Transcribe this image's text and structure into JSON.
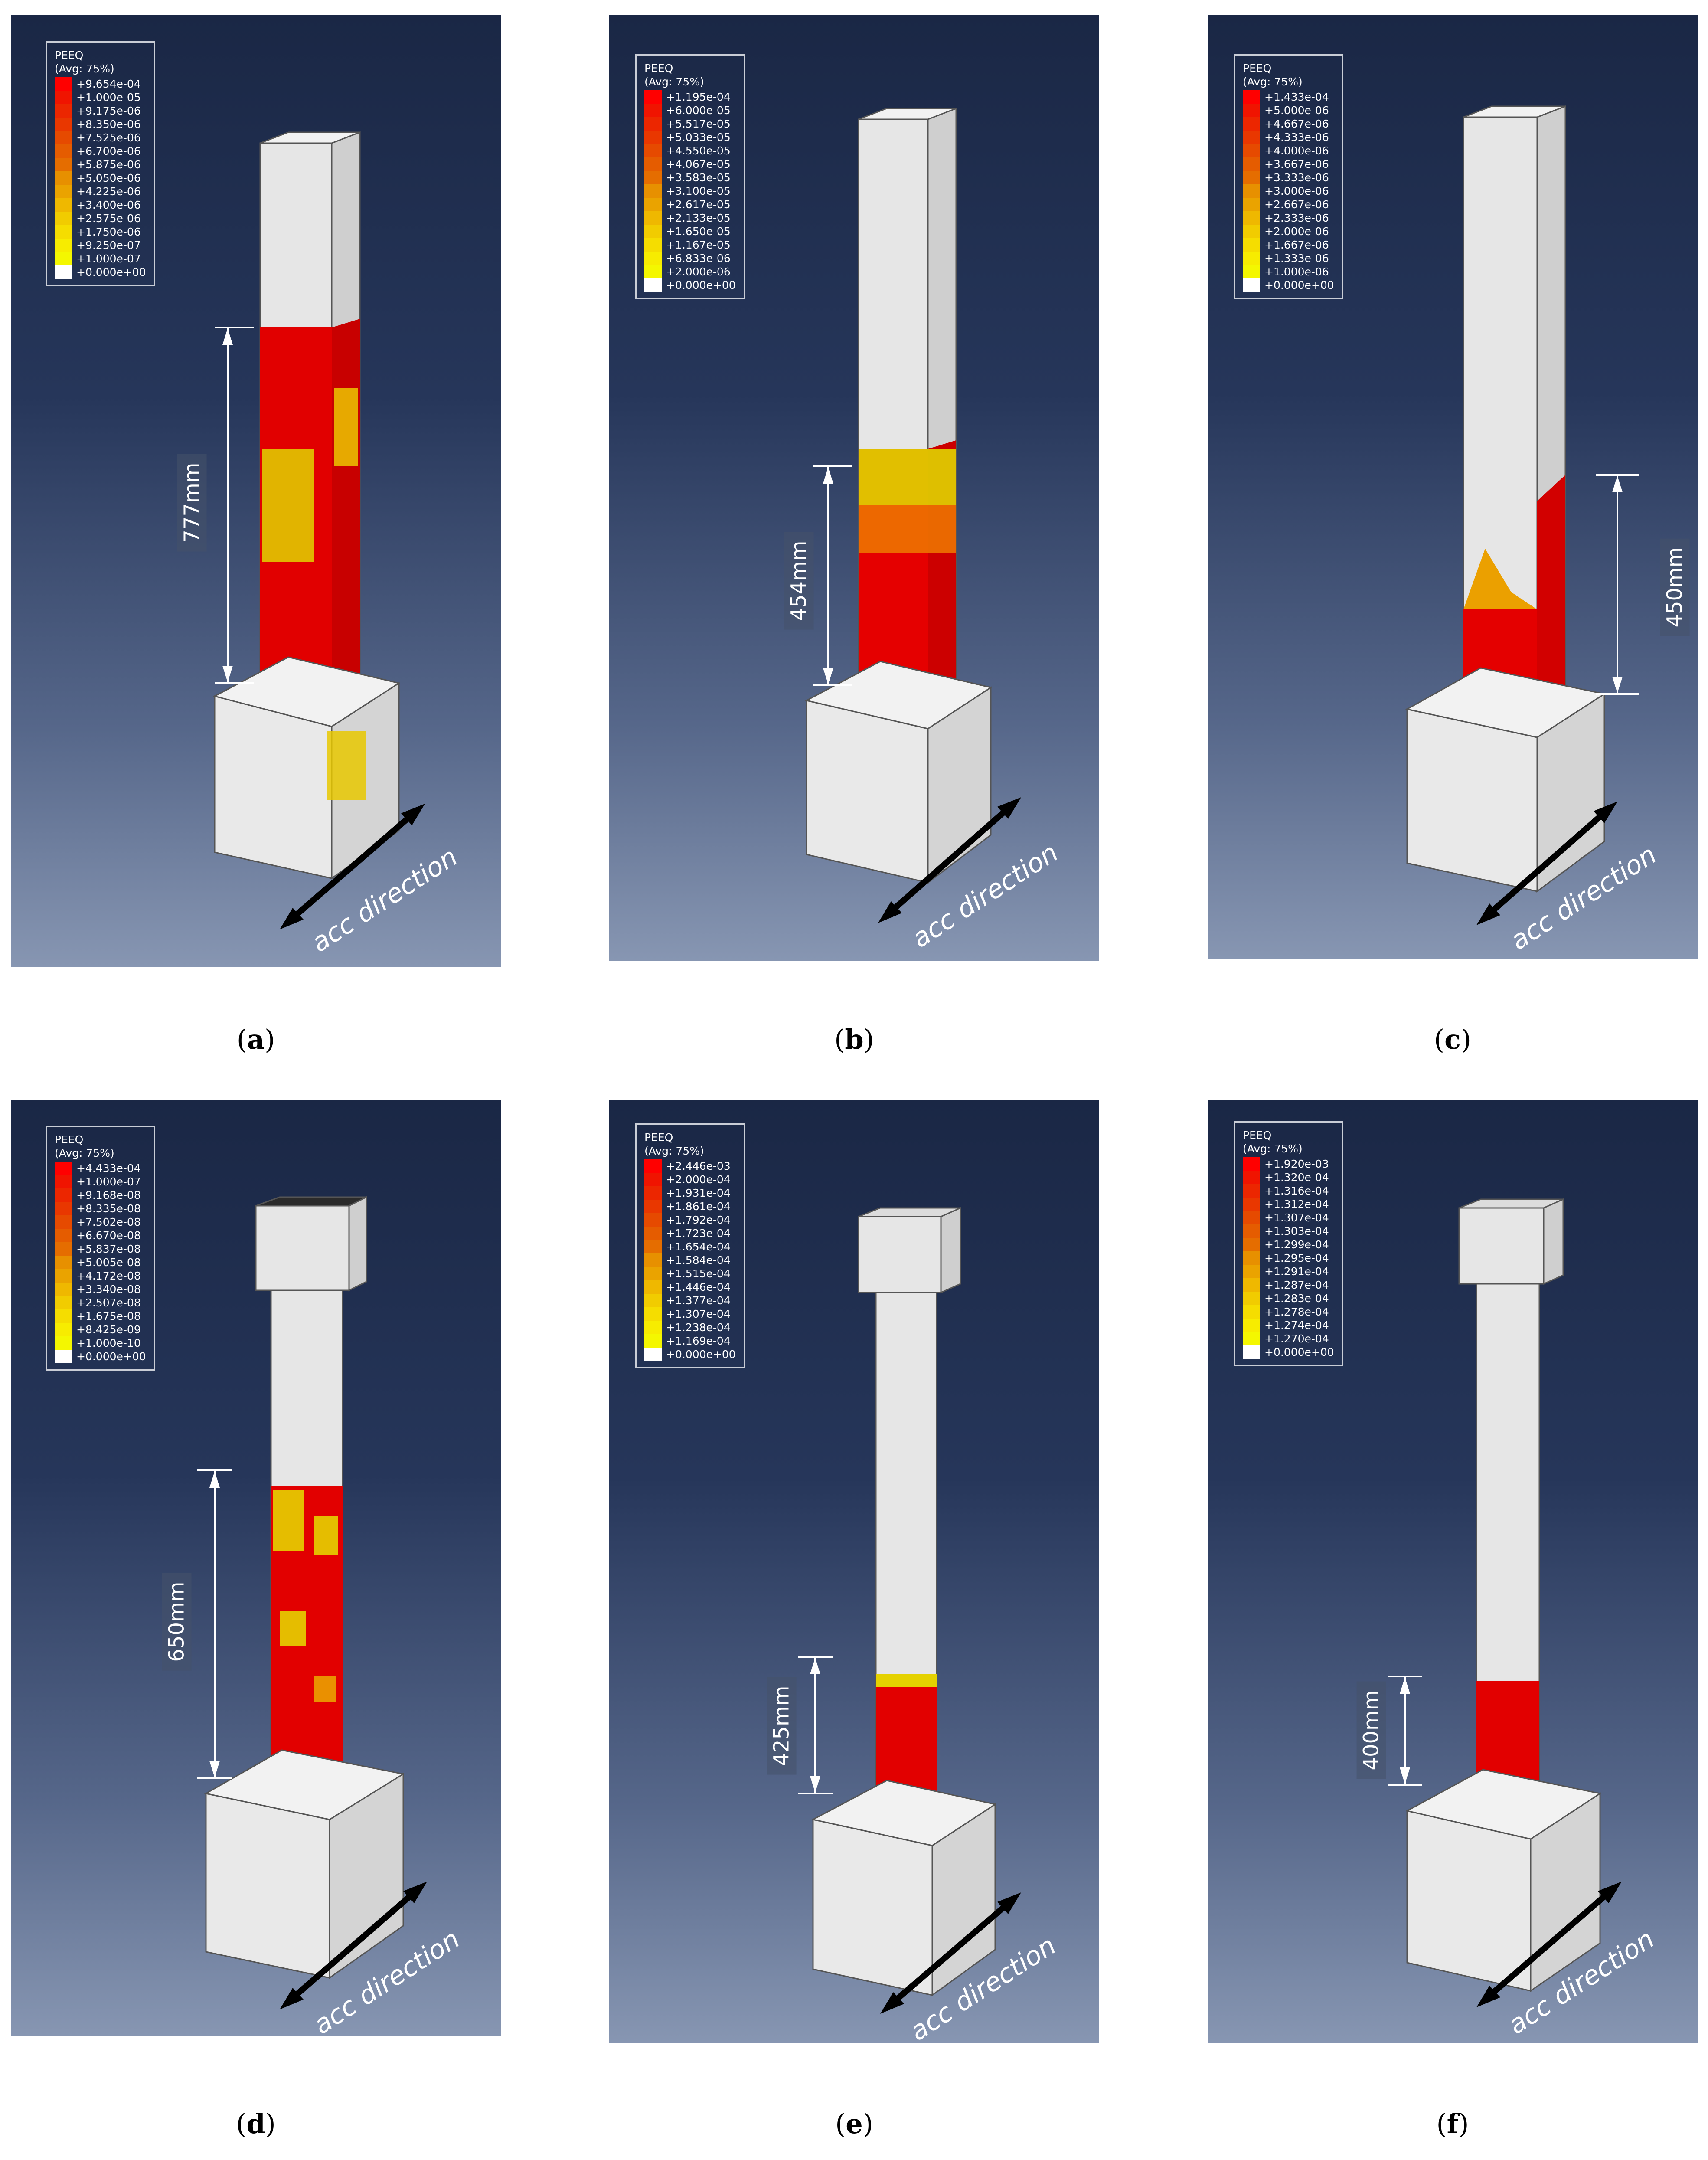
{
  "legend_colors": [
    "#ff0000",
    "#f01400",
    "#ec2600",
    "#e93700",
    "#e64a00",
    "#e55c00",
    "#e56d00",
    "#e47e00",
    "#e79000",
    "#eaa300",
    "#efb800",
    "#f1cc00",
    "#f5dd00",
    "#f7ec00",
    "#f4f700",
    "#ffffff"
  ],
  "panels": [
    {
      "id": "a",
      "caption": "a",
      "legend_title": "PEEQ",
      "legend_subtitle": "(Avg: 75%)",
      "legend_values": [
        "+9.654e-04",
        "+1.000e-05",
        "+9.175e-06",
        "+8.350e-06",
        "+7.525e-06",
        "+6.700e-06",
        "+5.875e-06",
        "+5.050e-06",
        "+4.225e-06",
        "+3.400e-06",
        "+2.575e-06",
        "+1.750e-06",
        "+9.250e-07",
        "+1.000e-07",
        "+0.000e+00"
      ],
      "dimension": "777mm",
      "direction": "acc direction",
      "shape": "square"
    },
    {
      "id": "b",
      "caption": "b",
      "legend_title": "PEEQ",
      "legend_subtitle": "(Avg: 75%)",
      "legend_values": [
        "+1.195e-04",
        "+6.000e-05",
        "+5.517e-05",
        "+5.033e-05",
        "+4.550e-05",
        "+4.067e-05",
        "+3.583e-05",
        "+3.100e-05",
        "+2.617e-05",
        "+2.133e-05",
        "+1.650e-05",
        "+1.167e-05",
        "+6.833e-06",
        "+2.000e-06",
        "+0.000e+00"
      ],
      "dimension": "454mm",
      "direction": "acc direction",
      "shape": "square"
    },
    {
      "id": "c",
      "caption": "c",
      "legend_title": "PEEQ",
      "legend_subtitle": "(Avg: 75%)",
      "legend_values": [
        "+1.433e-04",
        "+5.000e-06",
        "+4.667e-06",
        "+4.333e-06",
        "+4.000e-06",
        "+3.667e-06",
        "+3.333e-06",
        "+3.000e-06",
        "+2.667e-06",
        "+2.333e-06",
        "+2.000e-06",
        "+1.667e-06",
        "+1.333e-06",
        "+1.000e-06",
        "+0.000e+00"
      ],
      "dimension": "450mm",
      "direction": "acc direction",
      "shape": "square"
    },
    {
      "id": "d",
      "caption": "d",
      "legend_title": "PEEQ",
      "legend_subtitle": "(Avg: 75%)",
      "legend_values": [
        "+4.433e-04",
        "+1.000e-07",
        "+9.168e-08",
        "+8.335e-08",
        "+7.502e-08",
        "+6.670e-08",
        "+5.837e-08",
        "+5.005e-08",
        "+4.172e-08",
        "+3.340e-08",
        "+2.507e-08",
        "+1.675e-08",
        "+8.425e-09",
        "+1.000e-10",
        "+0.000e+00"
      ],
      "dimension": "650mm",
      "direction": "acc direction",
      "shape": "round"
    },
    {
      "id": "e",
      "caption": "e",
      "legend_title": "PEEQ",
      "legend_subtitle": "(Avg: 75%)",
      "legend_values": [
        "+2.446e-03",
        "+2.000e-04",
        "+1.931e-04",
        "+1.861e-04",
        "+1.792e-04",
        "+1.723e-04",
        "+1.654e-04",
        "+1.584e-04",
        "+1.515e-04",
        "+1.446e-04",
        "+1.377e-04",
        "+1.307e-04",
        "+1.238e-04",
        "+1.169e-04",
        "+0.000e+00"
      ],
      "dimension": "425mm",
      "direction": "acc direction",
      "shape": "round"
    },
    {
      "id": "f",
      "caption": "f",
      "legend_title": "PEEQ",
      "legend_subtitle": "(Avg: 75%)",
      "legend_values": [
        "+1.920e-03",
        "+1.320e-04",
        "+1.316e-04",
        "+1.312e-04",
        "+1.307e-04",
        "+1.303e-04",
        "+1.299e-04",
        "+1.295e-04",
        "+1.291e-04",
        "+1.287e-04",
        "+1.283e-04",
        "+1.278e-04",
        "+1.274e-04",
        "+1.270e-04",
        "+0.000e+00"
      ],
      "dimension": "400mm",
      "direction": "acc direction",
      "shape": "round"
    }
  ]
}
